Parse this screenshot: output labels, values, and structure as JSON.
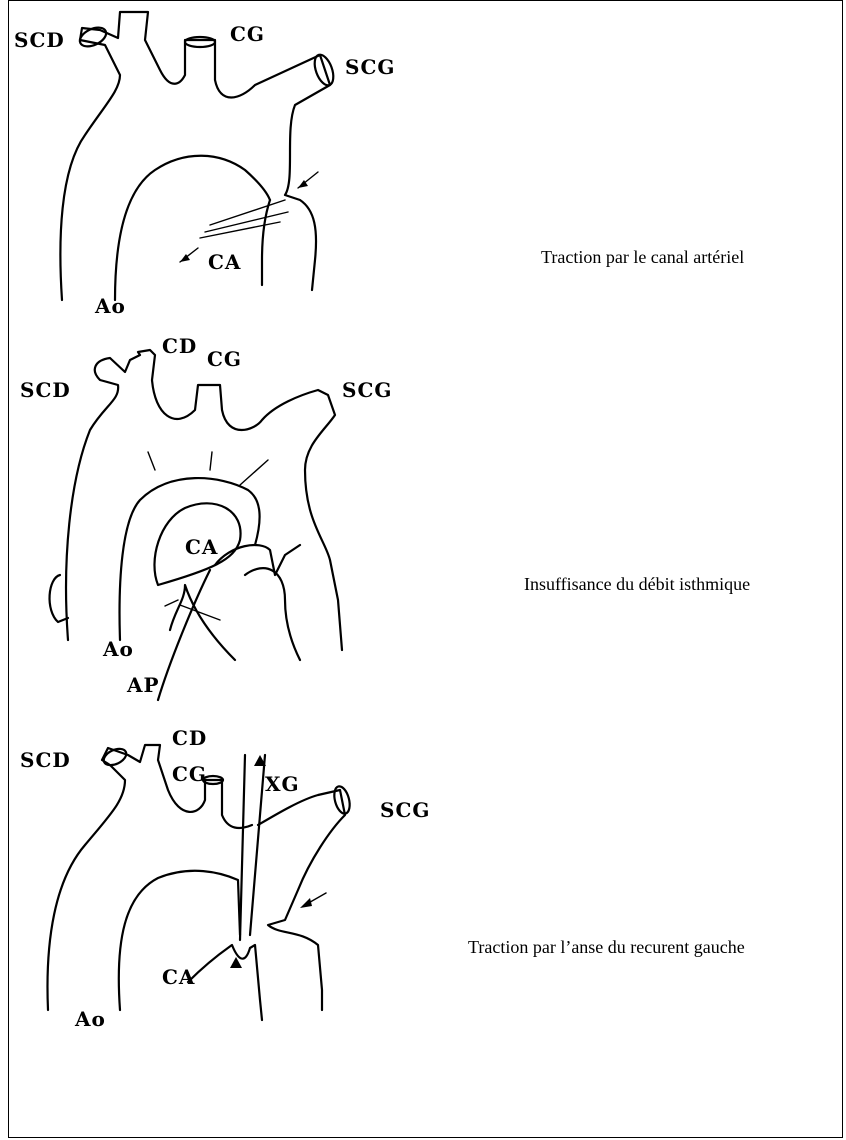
{
  "panels": [
    {
      "caption": "Traction par le canal artériel",
      "labels": {
        "scd": "SCD",
        "cg": "CG",
        "scg": "SCG",
        "ca": "CA",
        "ao": "Ao"
      }
    },
    {
      "caption": "Insuffisance du débit isthmique",
      "labels": {
        "cd": "CD",
        "cg": "CG",
        "scd": "SCD",
        "scg": "SCG",
        "ca": "CA",
        "ao": "Ao",
        "ap": "AP"
      }
    },
    {
      "caption": "Traction par l’anse du recurent gauche",
      "labels": {
        "scd": "SCD",
        "cd": "CD",
        "cg": "CG",
        "xg": "XG",
        "scg": "SCG",
        "ca": "CA",
        "ao": "Ao"
      }
    }
  ]
}
